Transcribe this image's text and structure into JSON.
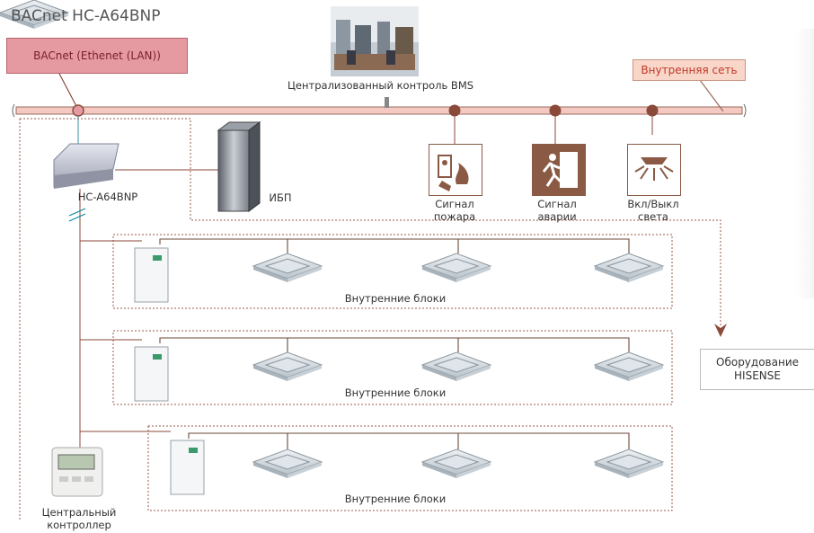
{
  "title": "BACnet HC-A64BNP",
  "callout_label": "BACnet (Ethenet (LAN))",
  "network_label": "Внутренняя сеть",
  "bms_label": "Централизованный контроль BMS",
  "gateway_label": "HC-A64BNP",
  "ups_label": "ИБП",
  "signals": [
    {
      "line1": "Сигнал",
      "line2": "пожара",
      "icon": "fire-alarm-icon"
    },
    {
      "line1": "Сигнал",
      "line2": "аварии",
      "icon": "emergency-exit-icon"
    },
    {
      "line1": "Вкл/Выкл",
      "line2": "света",
      "icon": "ceiling-light-icon"
    }
  ],
  "groups": [
    {
      "label": "Внутренние блоки"
    },
    {
      "label": "Внутренние блоки"
    },
    {
      "label": "Внутренние блоки"
    }
  ],
  "controller": {
    "line1": "Центральный",
    "line2": "контроллер"
  },
  "equipment": {
    "line1": "Оборудование",
    "line2": "HISENSE"
  },
  "colors": {
    "bus": "#f3c9c2",
    "bus_border": "#9a6b5c",
    "node": "#8a4a3a",
    "dotted": "#9a5a4a",
    "callout": "#e59aa2"
  }
}
